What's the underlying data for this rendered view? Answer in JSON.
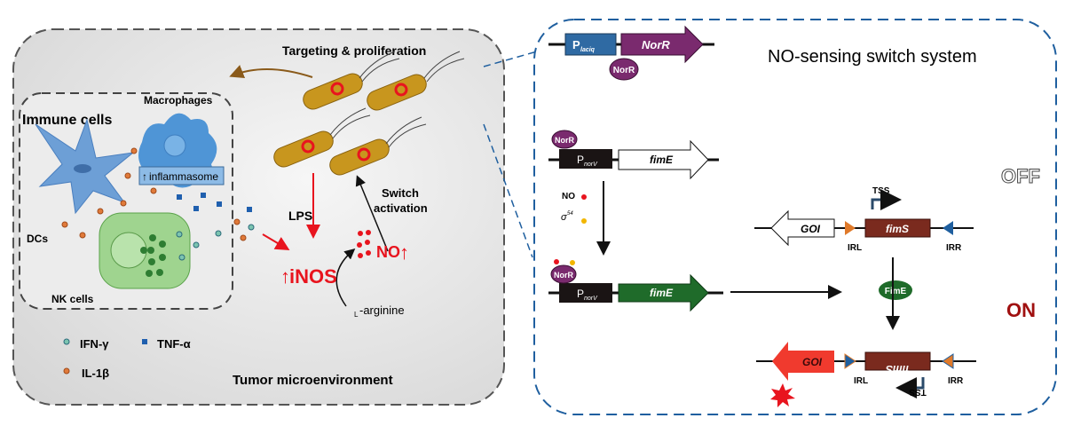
{
  "left_panel": {
    "title": "Tumor microenvironment",
    "targeting": "Targeting & proliferation",
    "immune_box": {
      "title": "Immune cells",
      "macrophages": "Macrophages",
      "inflammasome": "inflammasome",
      "dcs": "DCs",
      "nk_cells": "NK cells"
    },
    "lps": "LPS",
    "switch_activation": [
      "Switch",
      "activation"
    ],
    "inos": "iNOS",
    "no": "NO",
    "arginine_prefix": "L",
    "arginine": "-arginine",
    "legend": {
      "ifn": "IFN-γ",
      "tnf": "TNF-α",
      "il1b": "IL-1β"
    }
  },
  "right_panel": {
    "title": "NO-sensing switch system",
    "placiq_p": "P",
    "placiq_sub": "laciq",
    "norr_gene": "NorR",
    "norr_protein": "NorR",
    "pnorv_p": "P",
    "pnorv_sub": "norV",
    "fime_gene": "fimE",
    "no_label": "NO",
    "sigma_label": "σ",
    "sigma_sup": "54",
    "fime_protein": "FimE",
    "off": "OFF",
    "on": "ON",
    "tss": "TSS",
    "goi": "GOI",
    "fims": "fimS",
    "irl": "IRL",
    "irr": "IRR"
  },
  "colors": {
    "norr": "#7a2a6e",
    "placiq": "#2f6aa3",
    "fime_on": "#1f6b2a",
    "fims": "#7a2a1e",
    "goi_on": "#f03a2e",
    "bacteria": "#c8961e",
    "red": "#e8141e",
    "dash_blue": "#1f5f9f"
  }
}
